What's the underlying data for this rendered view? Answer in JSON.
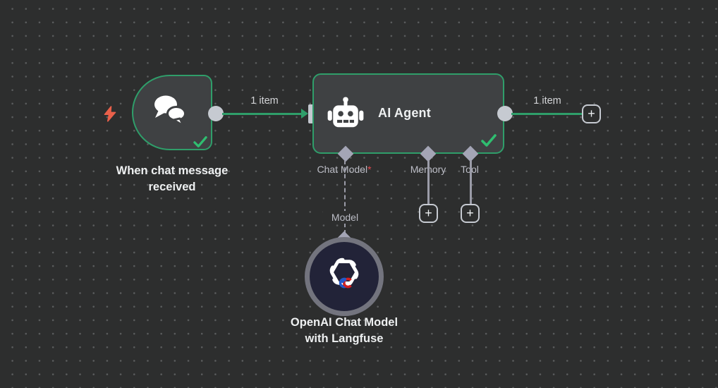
{
  "colors": {
    "canvas_bg": "#2d2e2e",
    "node_fill": "#3f4143",
    "node_border_green": "#2f9e6a",
    "connection_green": "#2f9e6a",
    "success_check_green": "#2fbe70",
    "connector_gray": "#c6cad1",
    "port_diamond_gray": "#a4a5b6",
    "label_gray": "#bcbdc6",
    "trigger_bolt_orange": "#e9604a",
    "required_red": "#e5484d",
    "model_node_fill": "#222338",
    "model_node_ring": "#73747e"
  },
  "nodes": {
    "trigger": {
      "name": "When chat message received"
    },
    "agent": {
      "name": "AI Agent"
    },
    "model": {
      "name_line1": "OpenAI Chat Model",
      "name_line2": "with Langfuse"
    }
  },
  "ports": {
    "chat_model": {
      "label": "Chat Model",
      "required_marker": "*"
    },
    "memory": {
      "label": "Memory"
    },
    "tool": {
      "label": "Tool"
    }
  },
  "connections": {
    "trigger_to_agent": {
      "label": "1 item"
    },
    "agent_output": {
      "label": "1 item"
    },
    "model_to_agent": {
      "label": "Model"
    }
  },
  "buttons": {
    "plus": "+"
  }
}
